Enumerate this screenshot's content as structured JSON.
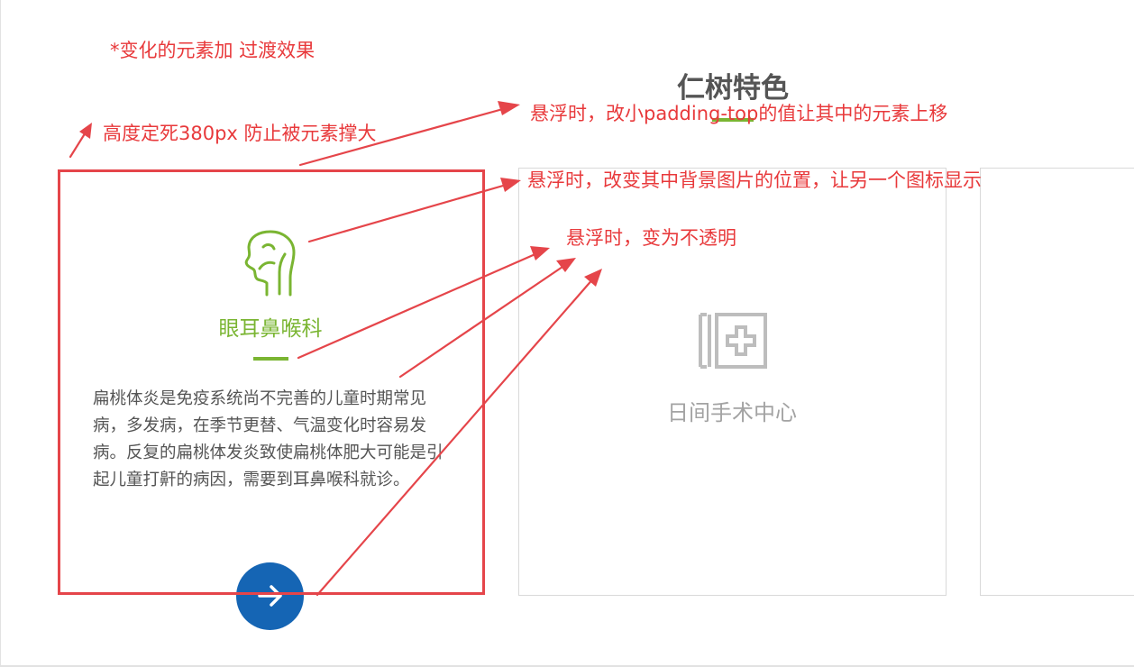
{
  "annotations": {
    "transition_note": "*变化的元素加 过渡效果",
    "height_note": "高度定死380px 防止被元素撑大",
    "padding_note": "悬浮时，改小padding-top的值让其中的元素上移",
    "bg_note": "悬浮时，改变其中背景图片的位置，让另一个图标显示",
    "opacity_note": "悬浮时，变为不透明"
  },
  "section": {
    "title": "仁树特色"
  },
  "cards": [
    {
      "title": "眼耳鼻喉科",
      "icon": "throat-icon",
      "description": "扁桃体炎是免疫系统尚不完善的儿童时期常见病，多发病，在季节更替、气温变化时容易发病。反复的扁桃体发炎致使扁桃体肥大可能是引起儿童打鼾的病因，需要到耳鼻喉科就诊。",
      "button_icon": "chevron-right-icon"
    },
    {
      "title": "日间手术中心",
      "icon": "hospital-cross-icon"
    }
  ],
  "colors": {
    "annotation_red": "#e8393b",
    "accent_green": "#7ab532",
    "button_blue": "#1565b4",
    "title_gray": "#555555",
    "muted_gray": "#a3a3a3"
  }
}
